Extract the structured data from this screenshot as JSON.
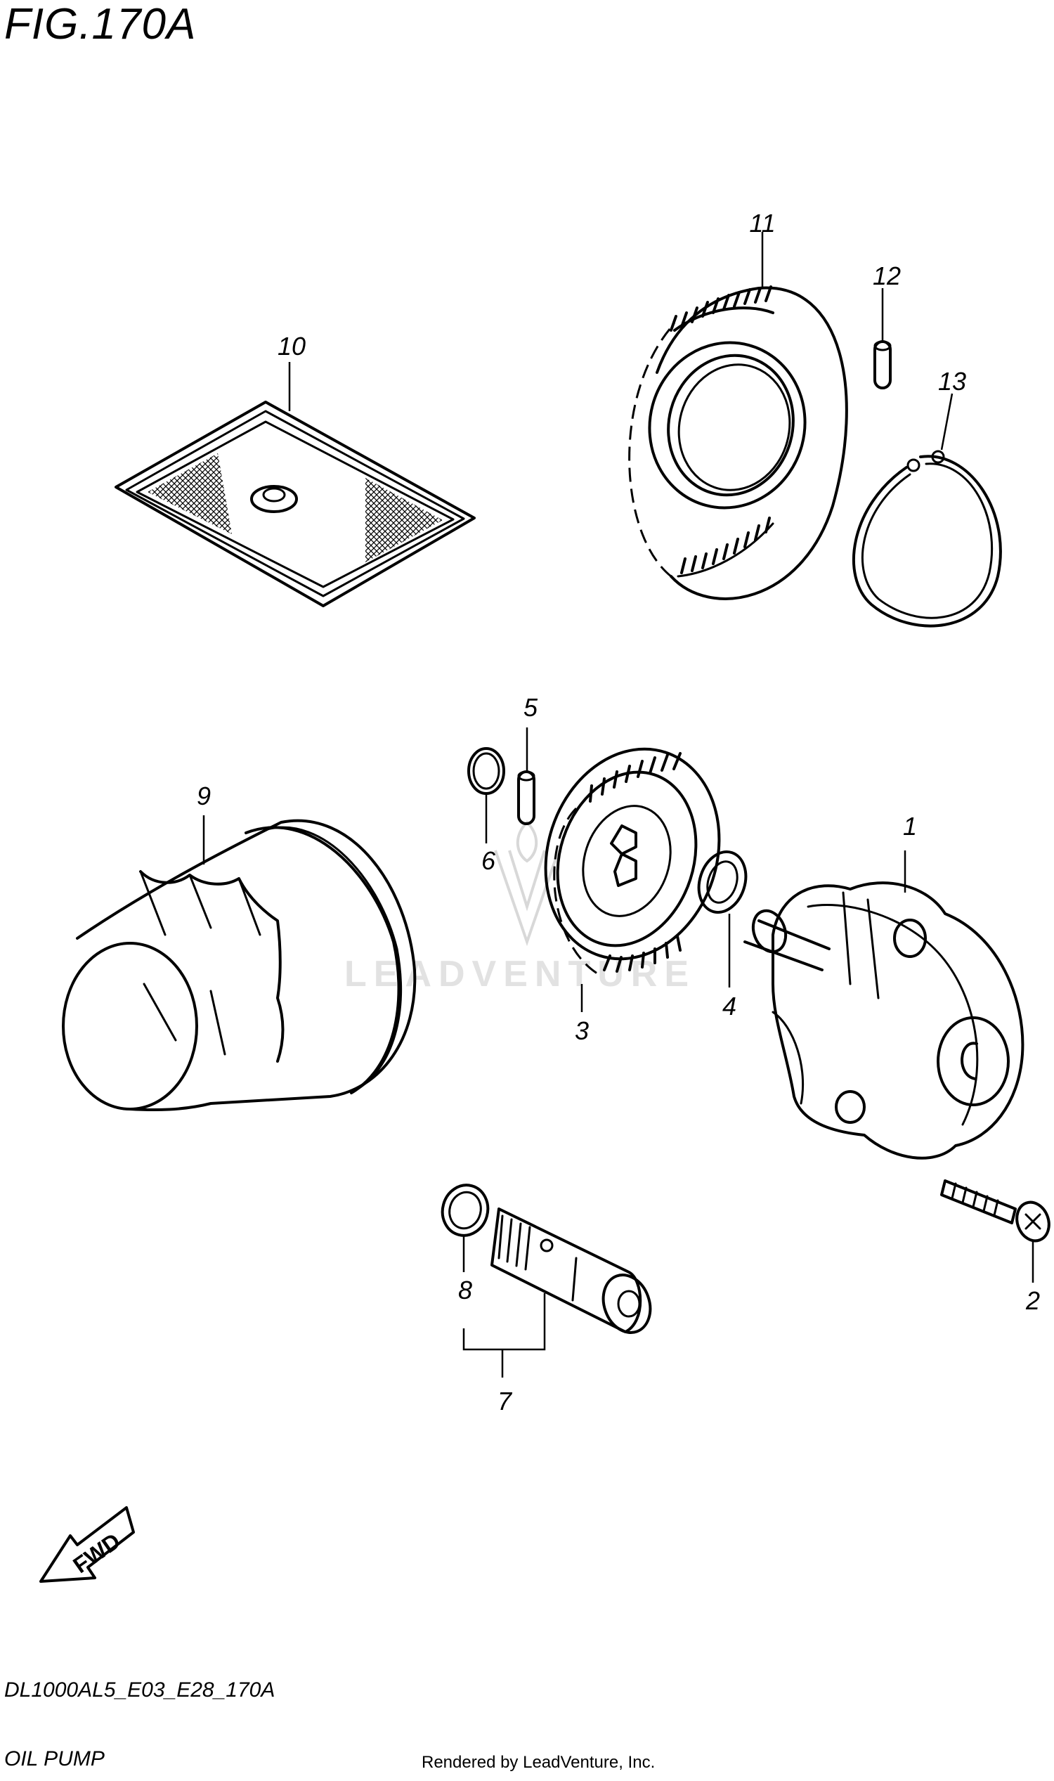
{
  "figure": {
    "title": "FIG.170A",
    "code": "DL1000AL5_E03_E28_170A",
    "name": "OIL PUMP",
    "rendered_by": "Rendered by LeadVenture, Inc.",
    "watermark": "LEADVENTURE",
    "fwd_label": "FWD"
  },
  "callouts": [
    {
      "id": "1",
      "label": "1"
    },
    {
      "id": "2",
      "label": "2"
    },
    {
      "id": "3",
      "label": "3"
    },
    {
      "id": "4",
      "label": "4"
    },
    {
      "id": "5",
      "label": "5"
    },
    {
      "id": "6",
      "label": "6"
    },
    {
      "id": "7",
      "label": "7"
    },
    {
      "id": "8",
      "label": "8"
    },
    {
      "id": "9",
      "label": "9"
    },
    {
      "id": "10",
      "label": "10"
    },
    {
      "id": "11",
      "label": "11"
    },
    {
      "id": "12",
      "label": "12"
    },
    {
      "id": "13",
      "label": "13"
    }
  ]
}
